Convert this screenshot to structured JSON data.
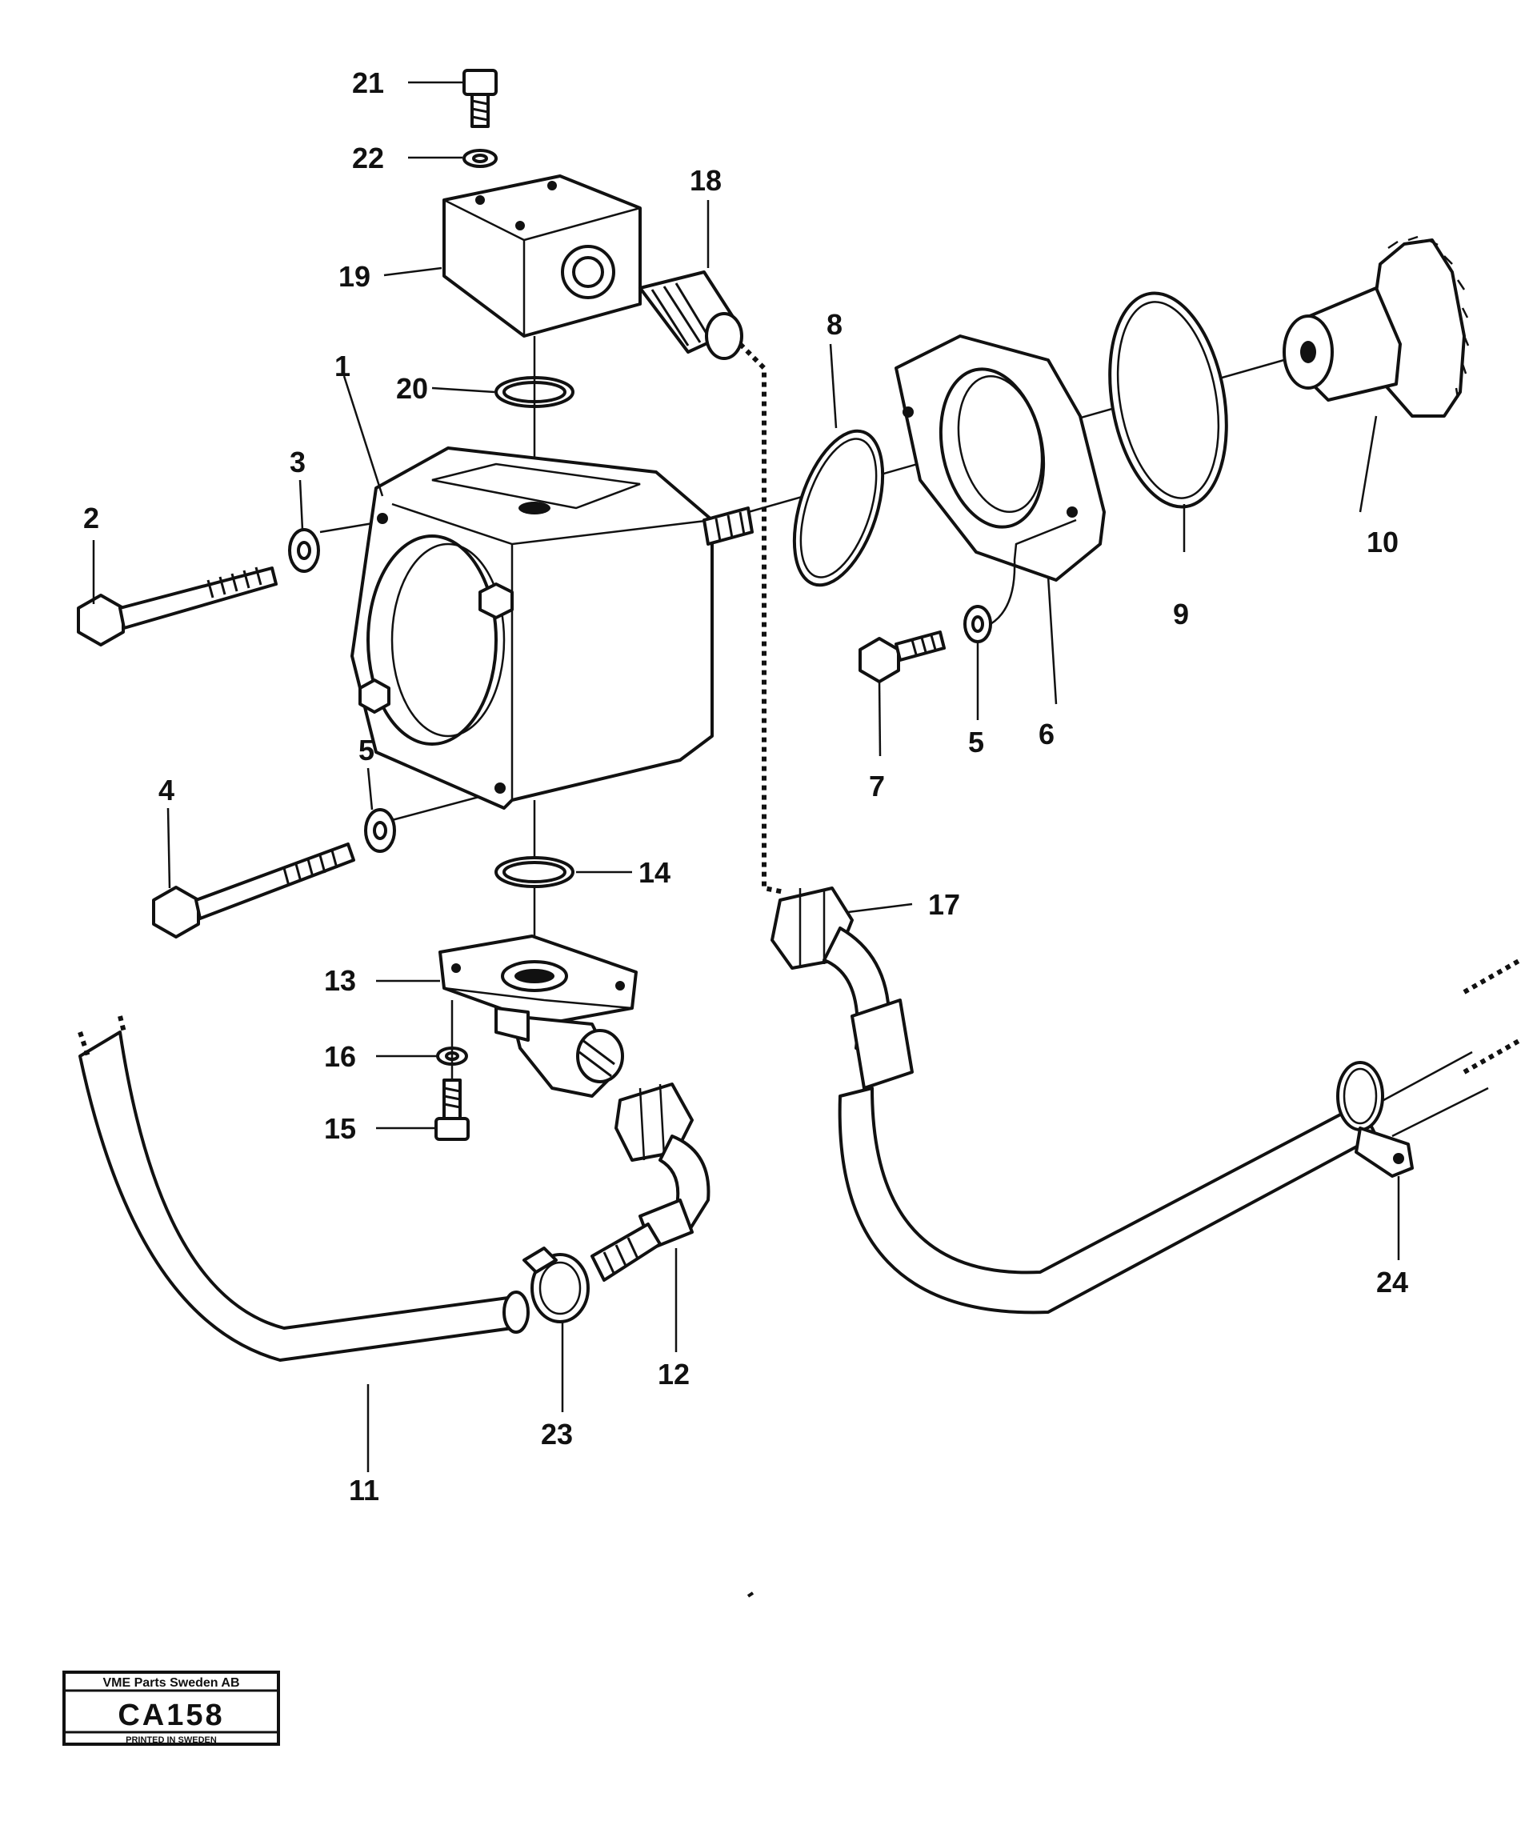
{
  "callouts": [
    "1",
    "2",
    "3",
    "4",
    "5",
    "6",
    "7",
    "8",
    "9",
    "10",
    "11",
    "12",
    "13",
    "14",
    "15",
    "16",
    "17",
    "18",
    "19",
    "20",
    "21",
    "22",
    "23",
    "24",
    "5"
  ],
  "stamp": {
    "company": "VME Parts Sweden AB",
    "code": "CA158",
    "printed": "PRINTED IN SWEDEN"
  },
  "colors": {
    "ink": "#111111",
    "paper": "#ffffff"
  }
}
